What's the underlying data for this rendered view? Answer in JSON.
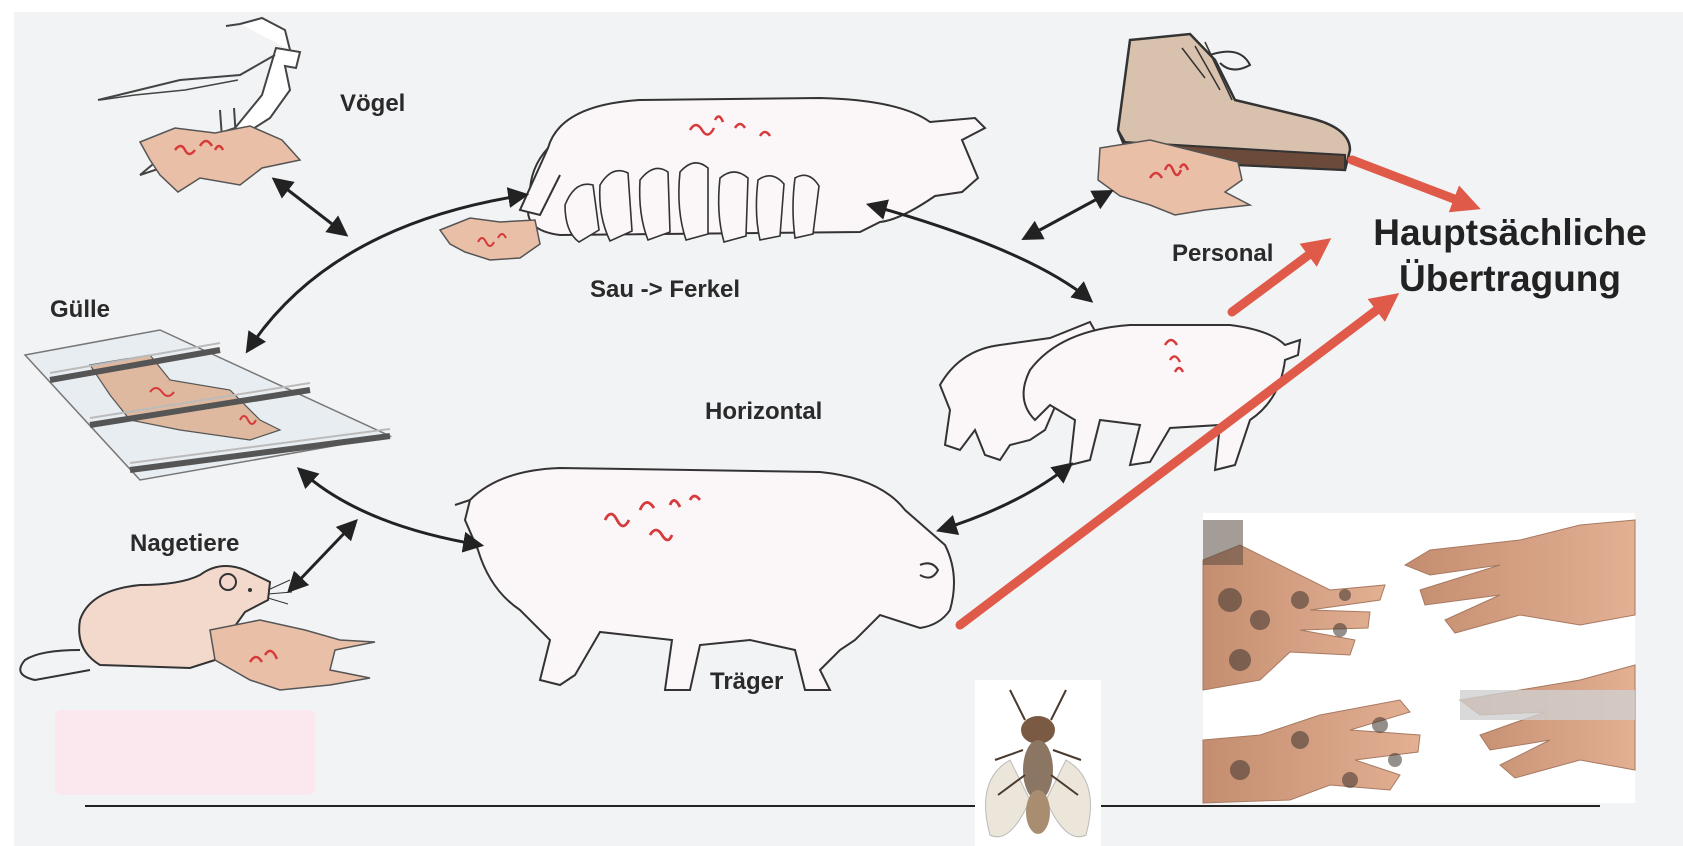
{
  "labels": {
    "voegel": "Vögel",
    "guelle": "Gülle",
    "nagetiere": "Nagetiere",
    "sau_ferkel": "Sau -> Ferkel",
    "horizontal": "Horizontal",
    "traeger": "Träger",
    "personal": "Personal",
    "main_line1": "Hauptsächliche",
    "main_line2": "Übertragung"
  },
  "colors": {
    "background": "#f2f3f5",
    "red_arrow": "#e05a4a",
    "cycle_arrow": "#222222",
    "dirt_patch": "#e9bfa8",
    "worm": "#d63a3a",
    "pig_fill": "#fbf6f7"
  },
  "icons": [
    "bird-icon",
    "sow-with-piglets-icon",
    "boot-icon",
    "slatted-floor-icon",
    "rodent-icon",
    "pig-carrier-icon",
    "piglets-icon",
    "fly-photo",
    "dirty-hands-photo"
  ]
}
